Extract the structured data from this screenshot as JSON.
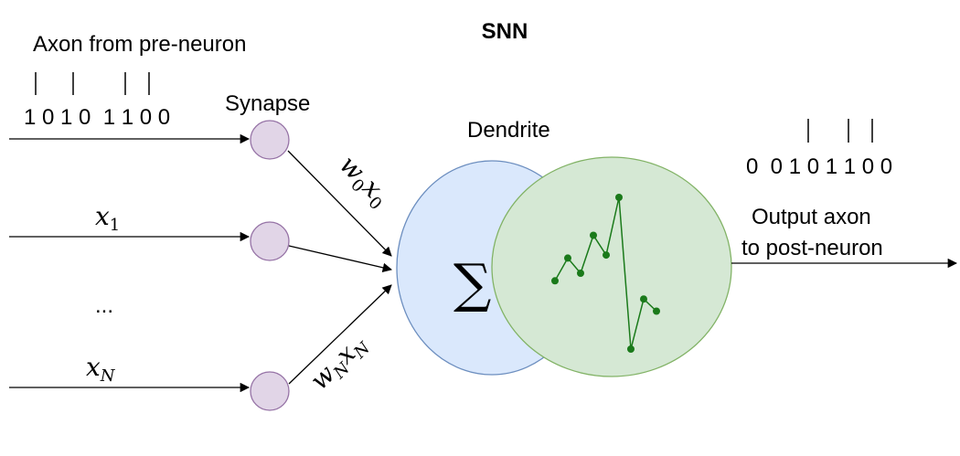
{
  "title": "SNN",
  "labels": {
    "axon_pre": "Axon from pre-neuron",
    "synapse": "Synapse",
    "dendrite": "Dendrite",
    "output_line1": "Output axon",
    "output_line2": "to post-neuron",
    "ellipsis": "...",
    "sum_symbol": "∑"
  },
  "input_spikes": {
    "bits": [
      "1",
      "0",
      "1",
      "0",
      "1",
      "1",
      "0",
      "0"
    ],
    "text": "1 0 1 0  1 1 0 0"
  },
  "output_spikes": {
    "bits": [
      "0",
      "0",
      "1",
      "0",
      "1",
      "1",
      "0",
      "0"
    ],
    "text": "0  0 1 0 1 1 0 0"
  },
  "inputs": {
    "x1": {
      "base": "x",
      "sub": "1"
    },
    "xN": {
      "base": "x",
      "sub": "N"
    }
  },
  "weights": {
    "w0x0": {
      "w": "w",
      "wsub": "0",
      "x": "x",
      "xsub": "0"
    },
    "wNxN": {
      "w": "w",
      "wsub": "N",
      "x": "x",
      "xsub": "N"
    }
  },
  "membrane_trace": [
    {
      "t": 0,
      "v": 0.45
    },
    {
      "t": 1,
      "v": 0.6
    },
    {
      "t": 2,
      "v": 0.5
    },
    {
      "t": 3,
      "v": 0.75
    },
    {
      "t": 4,
      "v": 0.62
    },
    {
      "t": 5,
      "v": 1.0
    },
    {
      "t": 6,
      "v": 0.0
    },
    {
      "t": 7,
      "v": 0.33
    },
    {
      "t": 8,
      "v": 0.25
    }
  ],
  "colors": {
    "synapse_fill": "#e1d5e7",
    "synapse_stroke": "#9673a6",
    "sum_fill": "#dae8fc",
    "sum_stroke": "#6c8ebf",
    "dendrite_fill": "#d5e8d4",
    "dendrite_stroke": "#82b366",
    "trace": "#1a7a1a"
  }
}
